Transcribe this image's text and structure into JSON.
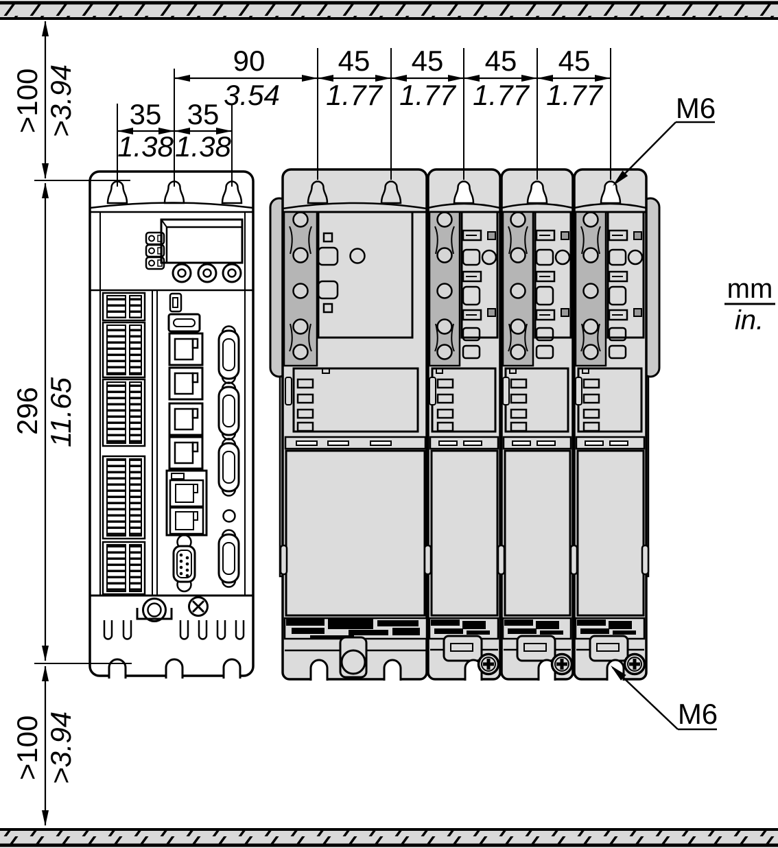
{
  "colors": {
    "line": "#000000",
    "panel_gray": "#dcdcdc",
    "rail_gray": "#b5b5b5",
    "wing_gray": "#c8c8c8",
    "wall_hatch_gray": "#d9d9d9"
  },
  "units_legend": {
    "mm": "mm",
    "in": "in."
  },
  "annotations": {
    "m6_top": "M6",
    "m6_bottom": "M6"
  },
  "dimensions": {
    "top_clearance": {
      "mm": ">100",
      "in": ">3.94"
    },
    "bottom_clearance": {
      "mm": ">100",
      "in": ">3.94"
    },
    "height": {
      "mm": "296",
      "in": "11.65"
    },
    "controller_pitch_left": {
      "mm": "35",
      "in": "1.38"
    },
    "controller_pitch_right": {
      "mm": "35",
      "in": "1.38"
    },
    "controller_to_drive": {
      "mm": "90",
      "in": "3.54"
    },
    "drive_pitches": [
      {
        "mm": "45",
        "in": "1.77"
      },
      {
        "mm": "45",
        "in": "1.77"
      },
      {
        "mm": "45",
        "in": "1.77"
      },
      {
        "mm": "45",
        "in": "1.77"
      }
    ]
  }
}
